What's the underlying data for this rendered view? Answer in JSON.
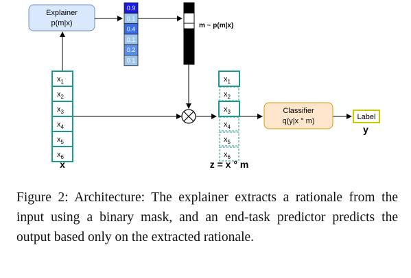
{
  "explainer": {
    "line1": "Explainer",
    "line2": "p(m|x)"
  },
  "classifier": {
    "line1": "Classifier",
    "line2": "q(y|x ° m)"
  },
  "label_box": "Label",
  "label_y": "y",
  "x_label": "x",
  "z_label": "z = x ° m",
  "mask_dist_label": "m ~ p(m|x)",
  "input_tokens": [
    {
      "base": "x",
      "sub": "1"
    },
    {
      "base": "x",
      "sub": "2"
    },
    {
      "base": "x",
      "sub": "3"
    },
    {
      "base": "x",
      "sub": "4"
    },
    {
      "base": "x",
      "sub": "5"
    },
    {
      "base": "x",
      "sub": "6"
    }
  ],
  "prob_cells": [
    {
      "text": "0.9",
      "color": "#1a1ae6"
    },
    {
      "text": "0.1",
      "color": "#9ec5ec"
    },
    {
      "text": "0.4",
      "color": "#3a6ee8"
    },
    {
      "text": "0.1",
      "color": "#9ec5ec"
    },
    {
      "text": "0.2",
      "color": "#5a90e8"
    },
    {
      "text": "0.1",
      "color": "#9ec5ec"
    }
  ],
  "mask_cells": [
    1,
    0,
    1,
    0,
    0,
    0
  ],
  "z_selected": [
    true,
    false,
    true,
    false,
    false,
    false
  ],
  "colors": {
    "teal": "#1a9a8a",
    "explainer_fill": "#dae8fc",
    "explainer_stroke": "#6c8ebf",
    "classifier_fill": "#ffe6cc",
    "classifier_stroke": "#d79b00",
    "label_stroke": "#c8c800"
  },
  "caption": "Figure 2: Architecture: The explainer extracts a rationale from the input using a binary mask, and an end-task predictor predicts the output based only on the extracted rationale."
}
